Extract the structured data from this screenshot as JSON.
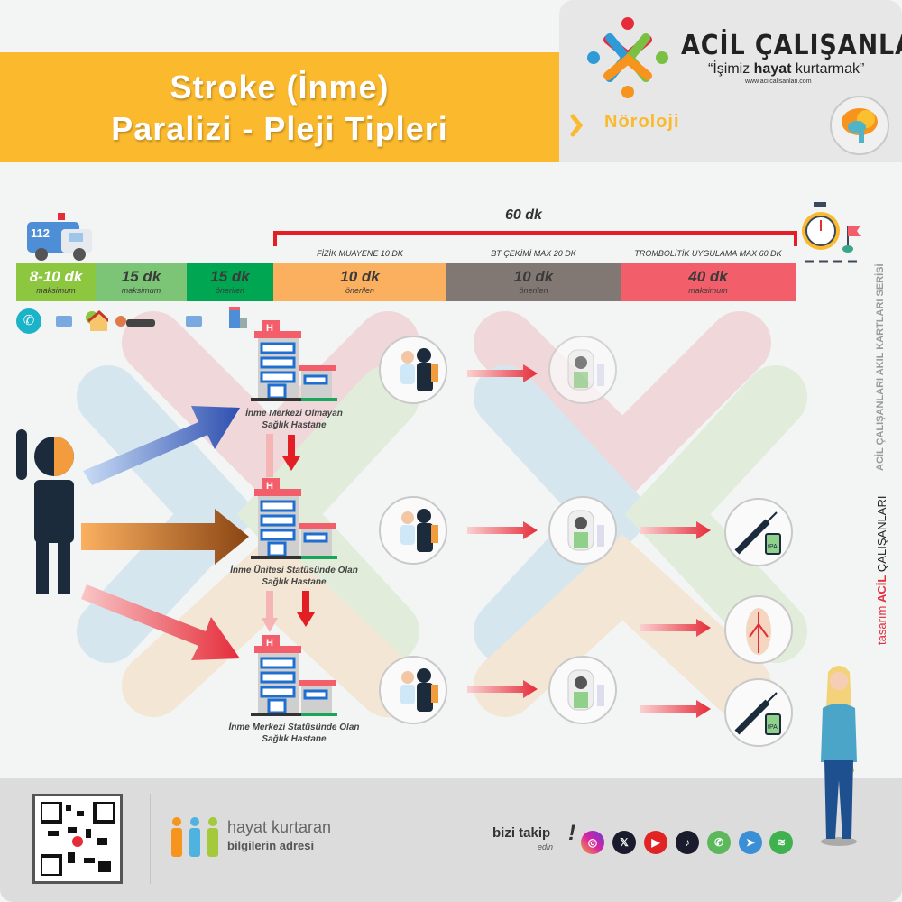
{
  "header": {
    "title_line1": "Stroke (İnme)",
    "title_line2": "Paralizi - Pleji Tipleri",
    "category": "Nöroloji"
  },
  "brand": {
    "name": "ACİL ÇALIŞANLARI",
    "slogan_pre": "“İşimiz ",
    "slogan_bold": "hayat",
    "slogan_post": " kurtarmak”",
    "website": "www.acilcalisanlari.com"
  },
  "timeline": {
    "total": "60 dk",
    "phase_labels": [
      "FİZİK MUAYENE 10 DK",
      "BT ÇEKİMİ MAX 20 DK",
      "TROMBOLİTİK UYGULAMA MAX 60 DK"
    ],
    "segments": [
      {
        "value": "8-10 dk",
        "sub": "maksimum",
        "color": "#8dc63f"
      },
      {
        "value": "15 dk",
        "sub": "maksimum",
        "color": "#7cc576"
      },
      {
        "value": "15 dk",
        "sub": "önerilen",
        "color": "#00a651"
      },
      {
        "value": "10 dk",
        "sub": "önerilen",
        "color": "#fbb060"
      },
      {
        "value": "10 dk",
        "sub": "önerilen",
        "color": "#827873"
      },
      {
        "value": "40 dk",
        "sub": "maksimum",
        "color": "#f25f6b"
      }
    ],
    "ambulance_number": "112"
  },
  "hospitals": [
    {
      "line1": "İnme Merkezi Olmayan",
      "line2": "Sağlık Hastane"
    },
    {
      "line1": "İnme Ünitesi  Statüsünde Olan",
      "line2": "Sağlık Hastane"
    },
    {
      "line1": "İnme Merkezi Statüsünde Olan",
      "line2": "Sağlık Hastane"
    }
  ],
  "hospital_sign": "H",
  "tpa_label": "tPA",
  "side": {
    "series": "ACİL ÇALIŞANLARI AKIL KARTLARI SERİSİ",
    "design_pre": "tasarım",
    "design_acil": "ACİL",
    "design_post": " ÇALIŞANLARI"
  },
  "footer": {
    "tag1": "hayat kurtaran",
    "tag2": "bilgilerin adresi",
    "follow": "bizi takip",
    "follow_sub": "edin",
    "social": [
      "instagram",
      "x",
      "youtube",
      "tiktok",
      "whatsapp",
      "telegram",
      "spotify"
    ]
  }
}
